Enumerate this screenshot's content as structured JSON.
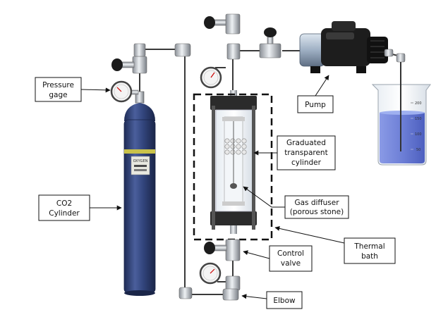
{
  "labels": {
    "pressure_gage": [
      "Pressure",
      "gage"
    ],
    "co2_cylinder": [
      "CO2",
      "Cylinder"
    ],
    "pump": "Pump",
    "graduated": [
      "Graduated",
      "transparent",
      "cylinder"
    ],
    "gas_diffuser": [
      "Gas diffuser",
      "(porous stone)"
    ],
    "thermal_bath": [
      "Thermal",
      "bath"
    ],
    "control_valve": [
      "Control",
      "valve"
    ],
    "elbow": "Elbow"
  },
  "cylinder_tag": "OXYGEN",
  "beaker_scale": [
    "200",
    "150",
    "100",
    "50"
  ],
  "colors": {
    "cylinder": "#2d3e72",
    "pump": "#9fb0c4",
    "beaker_liquid": "#6d7fd6",
    "valve_handle": "#1c1c1c",
    "pipe": "#3a3a3a"
  },
  "icons": [
    "co2-cylinder-icon",
    "pressure-gauge-icon",
    "valve-icon",
    "vacuum-pump-icon",
    "beaker-icon",
    "graduated-cylinder-icon"
  ]
}
